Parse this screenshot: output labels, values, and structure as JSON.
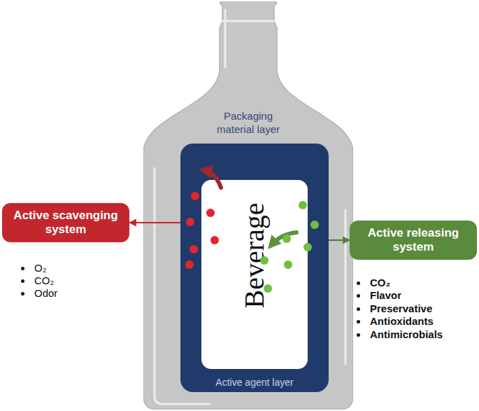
{
  "diagram": {
    "nodes": [
      {
        "text": [
          "Packaging material layer"
        ]
      },
      {
        "text": [
          "Active agent layer"
        ],
        "in": 0
      },
      {
        "text": [
          "Beverage"
        ],
        "in": 1
      },
      {
        "text": [
          "Active scavenging system"
        ]
      },
      {
        "text": [
          "Active releasing system"
        ]
      }
    ],
    "edges": [
      {
        "from": 1,
        "to": 3,
        "arrow": "to"
      },
      {
        "from": 1,
        "to": 4,
        "arrow": "to"
      }
    ],
    "labels": [
      "O₂",
      "CO₂",
      "Odor",
      "CO₂",
      "Flavor",
      "Preservative",
      "Antioxidants",
      "Antimicrobials"
    ]
  }
}
